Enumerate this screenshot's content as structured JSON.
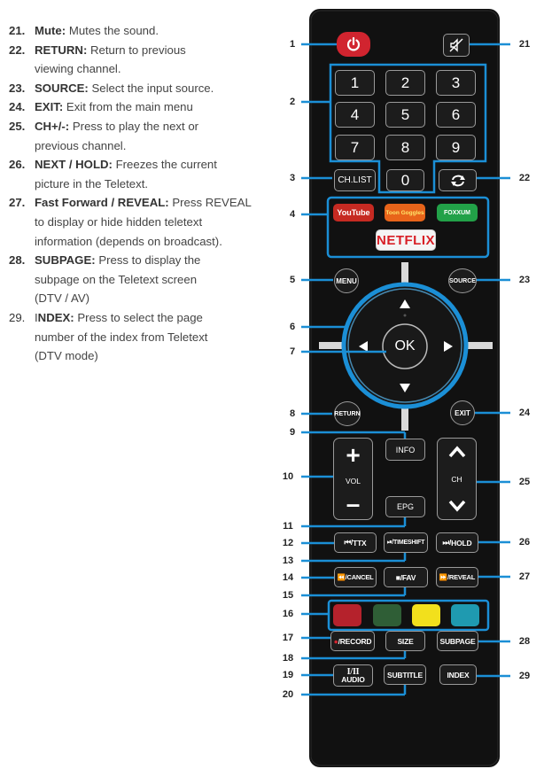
{
  "descriptions": [
    {
      "num": "21.",
      "label": "Mute:",
      "lines": [
        "Mutes the sound."
      ]
    },
    {
      "num": "22.",
      "label": "RETURN:",
      "lines": [
        "Return to previous",
        "viewing channel."
      ]
    },
    {
      "num": "23.",
      "label": "SOURCE:",
      "lines": [
        "Select the input source."
      ]
    },
    {
      "num": "24.",
      "label": "EXIT:",
      "lines": [
        "Exit from the main menu"
      ]
    },
    {
      "num": "25.",
      "label": "CH+/-:",
      "lines": [
        "Press to play the next or",
        "previous channel."
      ]
    },
    {
      "num": "26.",
      "label": "NEXT / HOLD:",
      "lines": [
        "Freezes the current",
        "picture in the Teletext."
      ]
    },
    {
      "num": "27.",
      "label": "Fast Forward / REVEAL:",
      "lines": [
        "Press REVEAL",
        "to display or hide hidden teletext",
        "information (depends on broadcast)."
      ]
    },
    {
      "num": "28.",
      "label": "SUBPAGE:",
      "lines": [
        "Press to display the",
        "subpage on the Teletext screen",
        "(DTV / AV)"
      ]
    },
    {
      "num": "29.",
      "label": "INDEX:",
      "label_prefix": "I",
      "label_rest": "NDEX:",
      "lines": [
        "Press to select the page",
        "number of the index from Teletext",
        "(DTV mode)"
      ]
    }
  ],
  "remote": {
    "digits": [
      "1",
      "2",
      "3",
      "4",
      "5",
      "6",
      "7",
      "8",
      "9",
      "0"
    ],
    "ch_list": "CH.LIST",
    "youtube": "YouTube",
    "toon_goggles": "Toon Goggles",
    "foxxum": "FOXXUM",
    "netflix": "NETFLIX",
    "menu": "MENU",
    "source": "SOURCE",
    "ok": "OK",
    "return": "RETURN",
    "exit": "EXIT",
    "info": "INFO",
    "vol": "VOL",
    "ch": "CH",
    "epg": "EPG",
    "ttx": "TTX",
    "timeshift": "TIMESHIFT",
    "hold": "HOLD",
    "cancel": "CANCEL",
    "fav": "FAV",
    "reveal": "REVEAL",
    "record": "RECORD",
    "size": "SIZE",
    "subpage": "SUBPAGE",
    "audio_top": "I/II",
    "audio": "AUDIO",
    "subtitle": "SUBTITLE",
    "index": "INDEX",
    "colors": {
      "red": "#b5222c",
      "green": "#2f5e36",
      "yellow": "#f2e01c",
      "blue": "#1f9ab0",
      "accent": "#1b8fd6",
      "power": "#d1242f",
      "panel": "#111111"
    }
  },
  "callouts": [
    {
      "id": "1",
      "text": "1"
    },
    {
      "id": "2",
      "text": "2"
    },
    {
      "id": "3",
      "text": "3"
    },
    {
      "id": "4",
      "text": "4"
    },
    {
      "id": "5",
      "text": "5"
    },
    {
      "id": "6",
      "text": "6"
    },
    {
      "id": "7",
      "text": "7"
    },
    {
      "id": "8",
      "text": "8"
    },
    {
      "id": "9",
      "text": "9"
    },
    {
      "id": "10",
      "text": "10"
    },
    {
      "id": "11",
      "text": "11"
    },
    {
      "id": "12",
      "text": "12"
    },
    {
      "id": "13",
      "text": "13"
    },
    {
      "id": "14",
      "text": "14"
    },
    {
      "id": "15",
      "text": "15"
    },
    {
      "id": "16",
      "text": "16"
    },
    {
      "id": "17",
      "text": "17"
    },
    {
      "id": "18",
      "text": "18"
    },
    {
      "id": "19",
      "text": "19"
    },
    {
      "id": "20",
      "text": "20"
    },
    {
      "id": "21",
      "text": "21"
    },
    {
      "id": "22",
      "text": "22"
    },
    {
      "id": "23",
      "text": "23"
    },
    {
      "id": "24",
      "text": "24"
    },
    {
      "id": "25",
      "text": "25"
    },
    {
      "id": "26",
      "text": "26"
    },
    {
      "id": "27",
      "text": "27"
    },
    {
      "id": "28",
      "text": "28"
    },
    {
      "id": "29",
      "text": "29"
    }
  ]
}
